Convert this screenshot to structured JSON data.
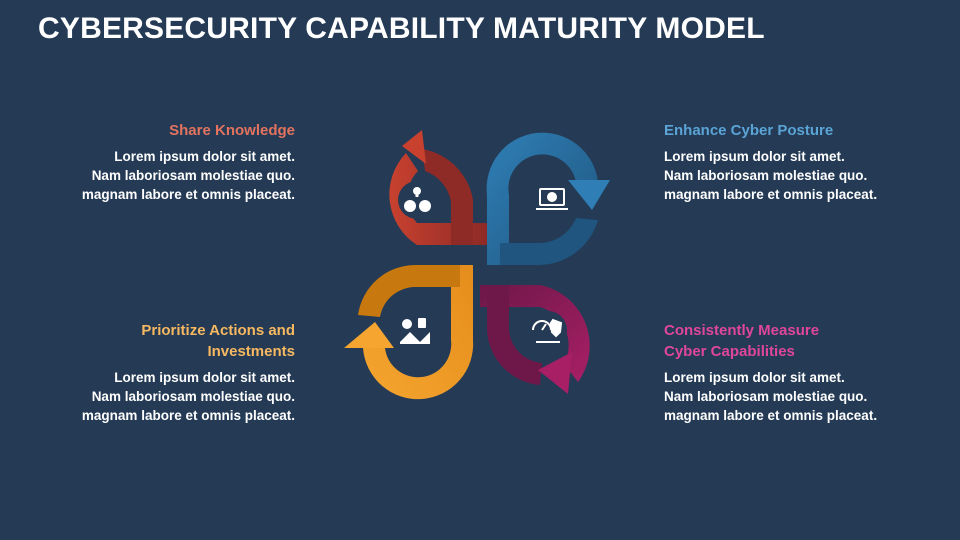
{
  "title": "CYBERSECURITY CAPABILITY MATURITY MODEL",
  "colors": {
    "background": "#243a55",
    "share": "#c0392b",
    "enhance": "#2a74a6",
    "prioritize": "#f0a030",
    "measure": "#a21c61"
  },
  "blocks": [
    {
      "id": "share",
      "heading": [
        "Share Knowledge"
      ],
      "heading_color": "#e2735f",
      "body": [
        "Lorem ipsum dolor sit amet.",
        "Nam laboriosam molestiae quo.",
        "magnam labore et omnis placeat."
      ],
      "icon": "heads-lightbulb-icon"
    },
    {
      "id": "enhance",
      "heading": [
        "Enhance Cyber Posture"
      ],
      "heading_color": "#5aa4d6",
      "body": [
        "Lorem ipsum dolor sit amet.",
        "Nam laboriosam molestiae quo.",
        "magnam labore et omnis placeat."
      ],
      "icon": "laptop-virus-icon"
    },
    {
      "id": "prioritize",
      "heading": [
        "Prioritize Actions and",
        "Investments"
      ],
      "heading_color": "#f6b860",
      "body": [
        "Lorem ipsum dolor sit amet.",
        "Nam laboriosam molestiae quo.",
        "magnam labore et omnis placeat."
      ],
      "icon": "gear-money-icon"
    },
    {
      "id": "measure",
      "heading": [
        "Consistently Measure",
        "Cyber Capabilities"
      ],
      "heading_color": "#e0469a",
      "body": [
        "Lorem ipsum dolor sit amet.",
        "Nam laboriosam molestiae quo.",
        "magnam labore et omnis placeat."
      ],
      "icon": "gauge-shield-icon"
    }
  ]
}
